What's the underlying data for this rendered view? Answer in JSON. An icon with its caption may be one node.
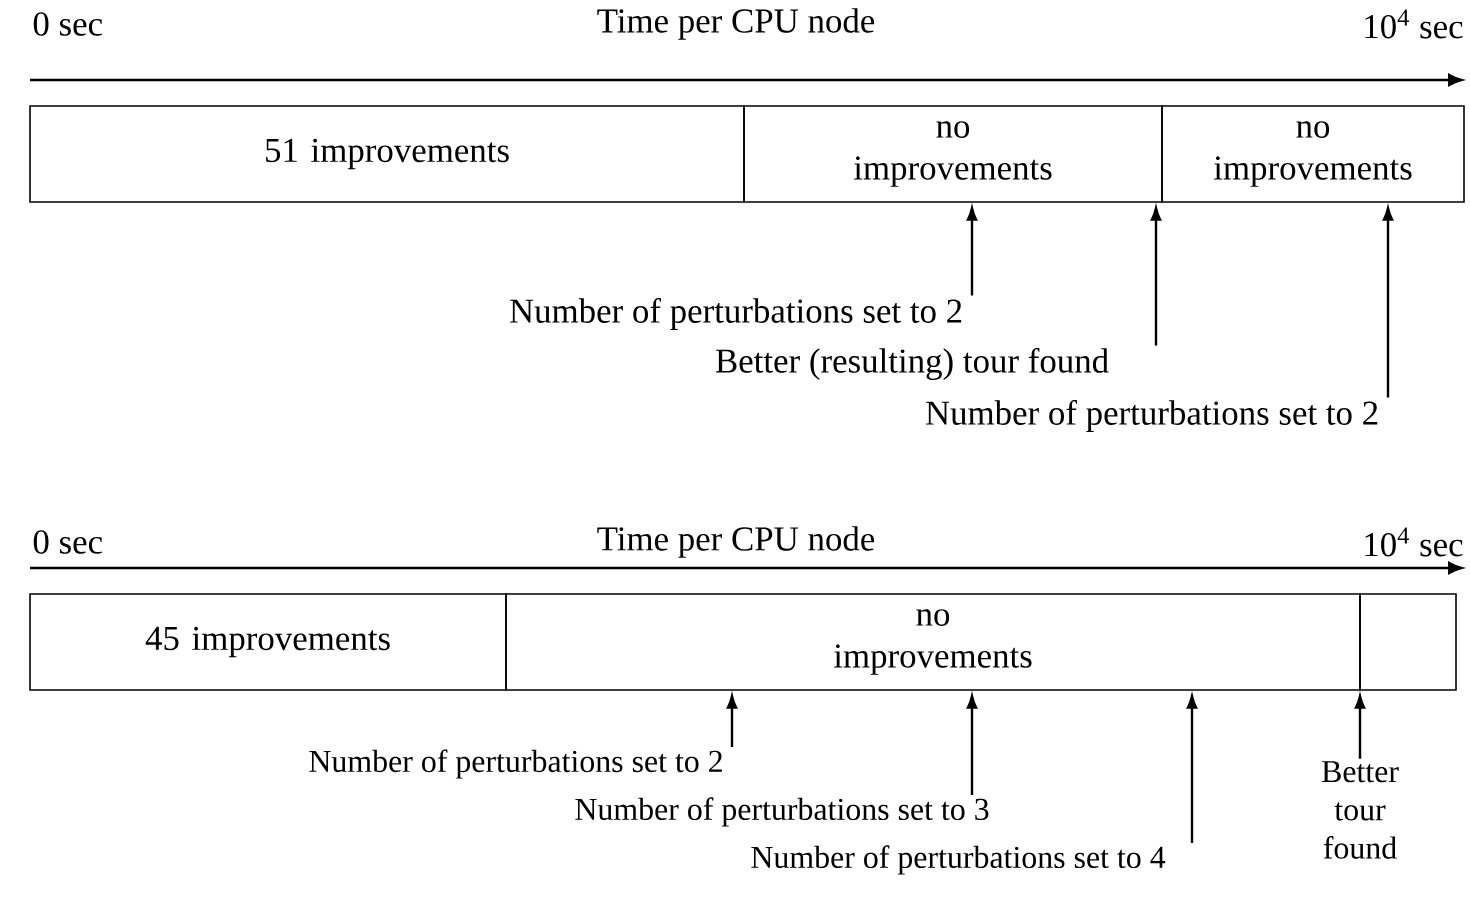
{
  "diagram": {
    "nodes": [
      {
        "text": [
          "51 improvements"
        ]
      },
      {
        "text": [
          "no improvements"
        ]
      },
      {
        "text": [
          "no improvements"
        ]
      },
      {
        "text": [
          "Number of perturbations set to 2"
        ]
      },
      {
        "text": [
          "Better (resulting) tour found"
        ]
      },
      {
        "text": [
          "Number of perturbations set to 2"
        ]
      },
      {
        "text": [
          "45 improvements"
        ]
      },
      {
        "text": [
          "no improvements"
        ]
      },
      {
        "text": [],
        "shape": "box"
      },
      {
        "text": [
          "Number of perturbations set to 2"
        ]
      },
      {
        "text": [
          "Number of perturbations set to 3"
        ]
      },
      {
        "text": [
          "Number of perturbations set to 4"
        ]
      },
      {
        "text": [
          "Better tour found"
        ]
      }
    ],
    "edges": [
      {
        "from": 3,
        "to": 1,
        "arrow": "to"
      },
      {
        "from": 4,
        "to": 2,
        "arrow": "to"
      },
      {
        "from": 5,
        "to": 2,
        "arrow": "to"
      },
      {
        "from": 9,
        "to": 7,
        "arrow": "to"
      },
      {
        "from": 10,
        "to": 7,
        "arrow": "to"
      },
      {
        "from": 11,
        "to": 7,
        "arrow": "to"
      },
      {
        "from": 12,
        "to": 8,
        "arrow": "to"
      }
    ],
    "labels": [
      "0 sec",
      "Time per CPU node",
      "10$^{4}$ sec",
      "0 sec",
      "Time per CPU node",
      "10$^{4}$ sec"
    ]
  }
}
